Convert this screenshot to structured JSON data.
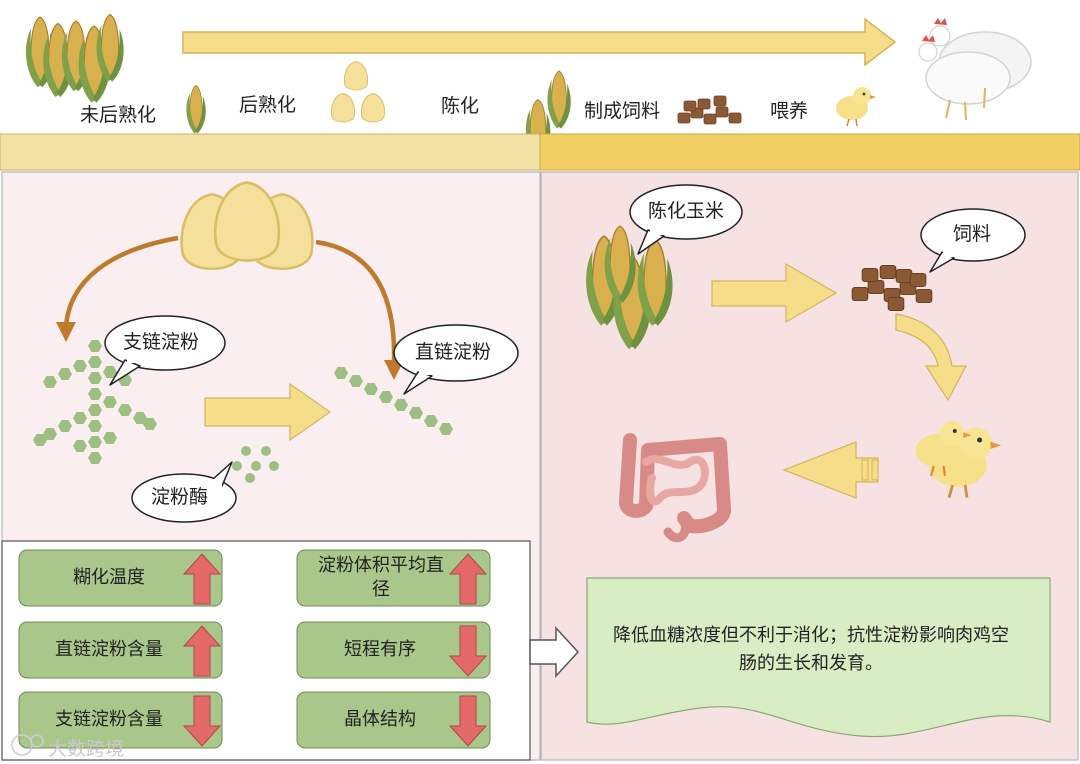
{
  "process": {
    "stage_1": "未后熟化",
    "stage_2": "后熟化",
    "stage_3": "陈化",
    "stage_4": "制成饲料",
    "stage_5": "喂养"
  },
  "left_panel": {
    "amylopectin": "支链淀粉",
    "amylose": "直链淀粉",
    "amylase": "淀粉酶"
  },
  "right_panel": {
    "aged_corn": "陈化玉米",
    "feed": "饲料"
  },
  "properties": [
    {
      "label": "糊化温度",
      "trend": "up"
    },
    {
      "label": "直链淀粉含量",
      "trend": "up"
    },
    {
      "label": "支链淀粉含量",
      "trend": "down"
    },
    {
      "label": "淀粉体积平均直径",
      "trend": "up"
    },
    {
      "label": "短程有序",
      "trend": "down"
    },
    {
      "label": "晶体结构",
      "trend": "down"
    }
  ],
  "result": "降低血糖浓度但不利于消化；抗性淀粉影响肉鸡空肠的生长和发育。",
  "watermark": "大数跨境",
  "colors": {
    "process_arrow": "#f6dd8a",
    "left_band": "#f2e2a6",
    "right_band": "#f1cf63",
    "left_panel": "#faeef1",
    "right_panel": "#f6e2e3",
    "property_box": "#a9c78b",
    "hexagon": "#9dc082",
    "up_arrow": "#e46a6a",
    "result_box": "#d9edc4",
    "curved_arrow": "#c07a2c"
  }
}
